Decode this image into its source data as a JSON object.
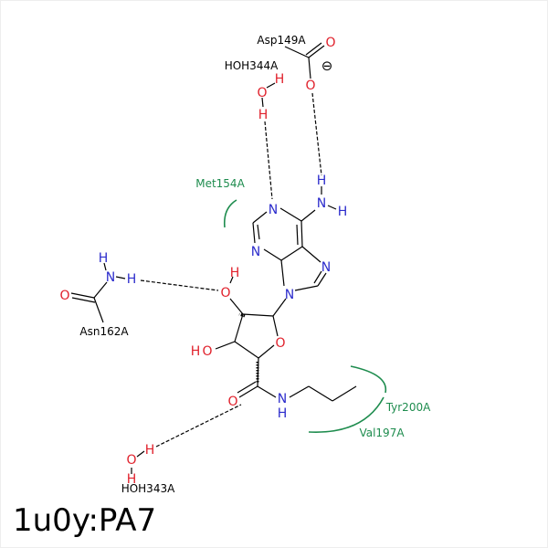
{
  "pdb_id": "1u0y:PA7",
  "residues": {
    "asp149": "Asp149A",
    "hoh344": "HOH344A",
    "met154": "Met154A",
    "asn162": "Asn162A",
    "tyr200": "Tyr200A",
    "val197": "Val197A",
    "hoh343": "HOH343A"
  },
  "atoms": {
    "n": "N",
    "o": "O",
    "h": "H"
  },
  "charge": "⊖",
  "colors": {
    "nitrogen": "#2c2ccc",
    "oxygen": "#e0202b",
    "hydrophobic": "#1e8c4e",
    "bond": "#000000"
  }
}
